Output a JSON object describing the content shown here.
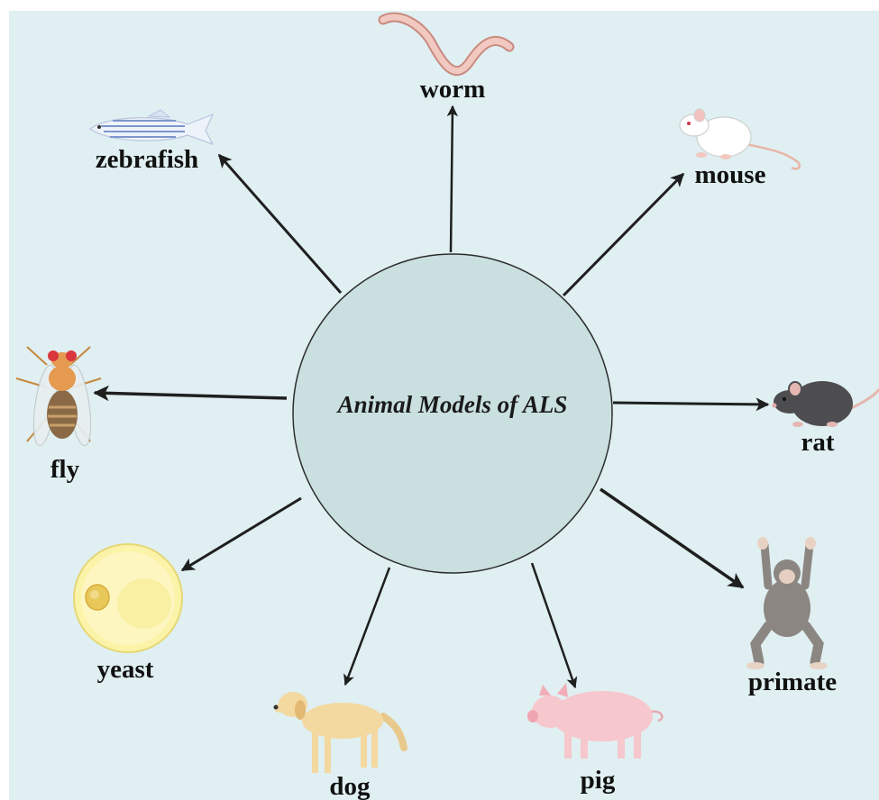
{
  "center": {
    "title": "Animal Models of ALS"
  },
  "organisms": [
    {
      "id": "worm",
      "label": "worm",
      "icon": "worm-icon"
    },
    {
      "id": "mouse",
      "label": "mouse",
      "icon": "mouse-icon"
    },
    {
      "id": "rat",
      "label": "rat",
      "icon": "rat-icon"
    },
    {
      "id": "primate",
      "label": "primate",
      "icon": "primate-icon"
    },
    {
      "id": "pig",
      "label": "pig",
      "icon": "pig-icon"
    },
    {
      "id": "dog",
      "label": "dog",
      "icon": "dog-icon"
    },
    {
      "id": "yeast",
      "label": "yeast",
      "icon": "yeast-icon"
    },
    {
      "id": "fly",
      "label": "fly",
      "icon": "fly-icon"
    },
    {
      "id": "zebrafish",
      "label": "zebrafish",
      "icon": "zebrafish-icon"
    }
  ],
  "colors": {
    "background": "#e0eff1",
    "circle_fill": "#c9dfe0",
    "arrow": "#1f1f1f"
  }
}
